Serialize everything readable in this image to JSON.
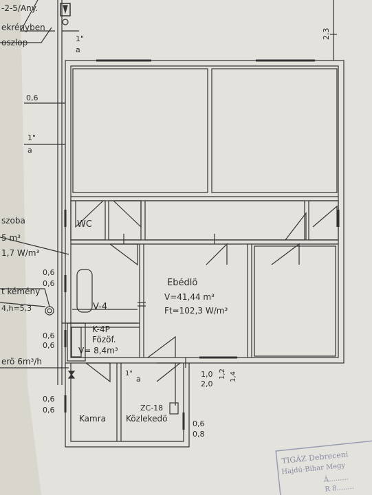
{
  "labels": {
    "top_1": "-2-5/Any.",
    "top_2": "ekrényben",
    "top_3": "oszlop",
    "dim_23": "2,3",
    "pipe_top": "1\"",
    "pipe_top_a": "a",
    "pipe_left": "1\"",
    "pipe_left_a": "a",
    "dim_06_top": "0,6",
    "left_szoba": "szoba",
    "left_vol": "5 m³",
    "left_rate": "1,7 W/m³",
    "left_kemeny": "t kémény",
    "left_kemeny_h": "4,h=5,3",
    "left_ero": "erö 6m³/h",
    "dim_06_a": "0,6",
    "dim_06_b": "0,6",
    "dim_06_c": "0,6",
    "dim_06_d": "0,6",
    "dim_06_e": "0,6",
    "dim_06_f": "0,6",
    "wc": "WC",
    "ebedlo_title": "Ebédlö",
    "ebedlo_vol": "V=41,44 m³",
    "ebedlo_rate": "Ft=102,3 W/m³",
    "v4": "V-4",
    "k4p": "K-4P",
    "fozof": "Fözöf.",
    "kitchen_vol": "V= 8,4m³",
    "pipe_mid": "1\"",
    "pipe_mid_a": "a",
    "dim_10": "1,0",
    "dim_20": "2,0",
    "dim_12": "1,2",
    "dim_14": "1,4",
    "kamra": "Kamra",
    "zc": "ZC-18",
    "kozlekedo": "Közlekedö",
    "dim_06_r": "0,6",
    "dim_08_r": "0,8",
    "stamp_1": "TIGÁZ Debreceni",
    "stamp_2": "Hajdú-Bihar Megy",
    "stamp_3": "Á.........",
    "stamp_4": "R 8........"
  }
}
